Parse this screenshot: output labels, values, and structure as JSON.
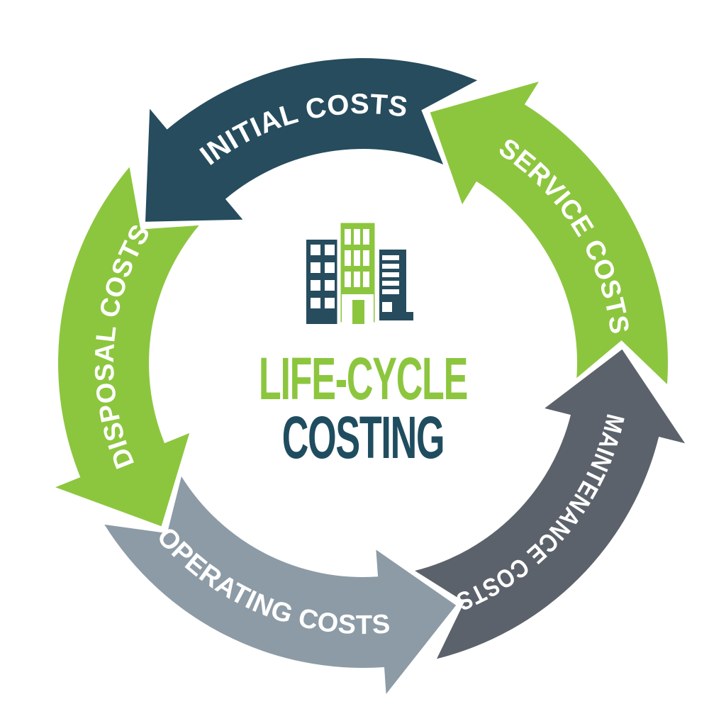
{
  "diagram": {
    "type": "cycle-diagram",
    "arrows_direction": "counterclockwise",
    "center": {
      "title_line1": "LIFE-CYCLE",
      "title_line2": "COSTING",
      "icon": "buildings-icon"
    },
    "colors": {
      "navy": "#264c5e",
      "green": "#8cc63e",
      "slate": "#8c9ba5",
      "gray": "#5c626b",
      "white": "#ffffff",
      "label_text": "#ffffff",
      "background": "#ffffff",
      "title_line1_color": "#8cc63e",
      "title_line2_color": "#1f4d5f"
    },
    "segments": [
      {
        "id": "initial-costs",
        "label": "INITIAL COSTS",
        "color_key": "navy",
        "base_angle": 68,
        "label_orientation": "outward",
        "font_size": 40
      },
      {
        "id": "disposal-costs",
        "label": "DISPOSAL COSTS",
        "color_key": "green",
        "base_angle": 140,
        "label_orientation": "outward",
        "font_size": 38
      },
      {
        "id": "operating-costs",
        "label": "OPERATING COSTS",
        "color_key": "slate",
        "base_angle": 212,
        "label_orientation": "inward",
        "font_size": 38
      },
      {
        "id": "maintenance-costs",
        "label": "MAINTENANCE COSTS",
        "color_key": "gray",
        "base_angle": 284,
        "label_orientation": "outward",
        "font_size": 36,
        "text_length": 350
      },
      {
        "id": "service-costs",
        "label": "SERVICE COSTS",
        "color_key": "green",
        "base_angle": 356,
        "label_orientation": "outward",
        "font_size": 38
      }
    ]
  }
}
